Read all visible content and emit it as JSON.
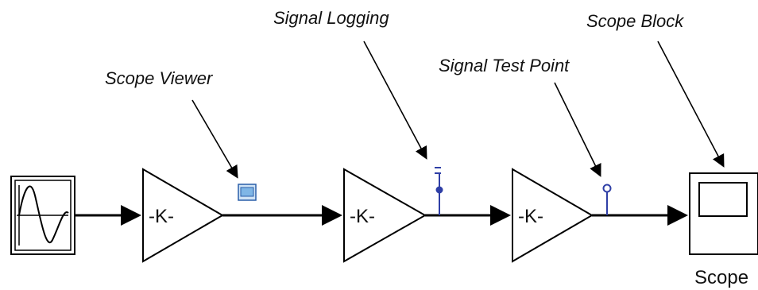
{
  "callouts": {
    "scope_viewer": "Scope Viewer",
    "signal_logging": "Signal Logging",
    "signal_test_point": "Signal Test Point",
    "scope_block": "Scope Block"
  },
  "blocks": {
    "gain_1": "-K-",
    "gain_2": "-K-",
    "gain_3": "-K-",
    "scope_label": "Scope"
  },
  "colors": {
    "marker_blue": "#2f3fa6",
    "viewer_icon_fill": "#7fb6e6",
    "viewer_icon_border": "#2a5ea8"
  }
}
